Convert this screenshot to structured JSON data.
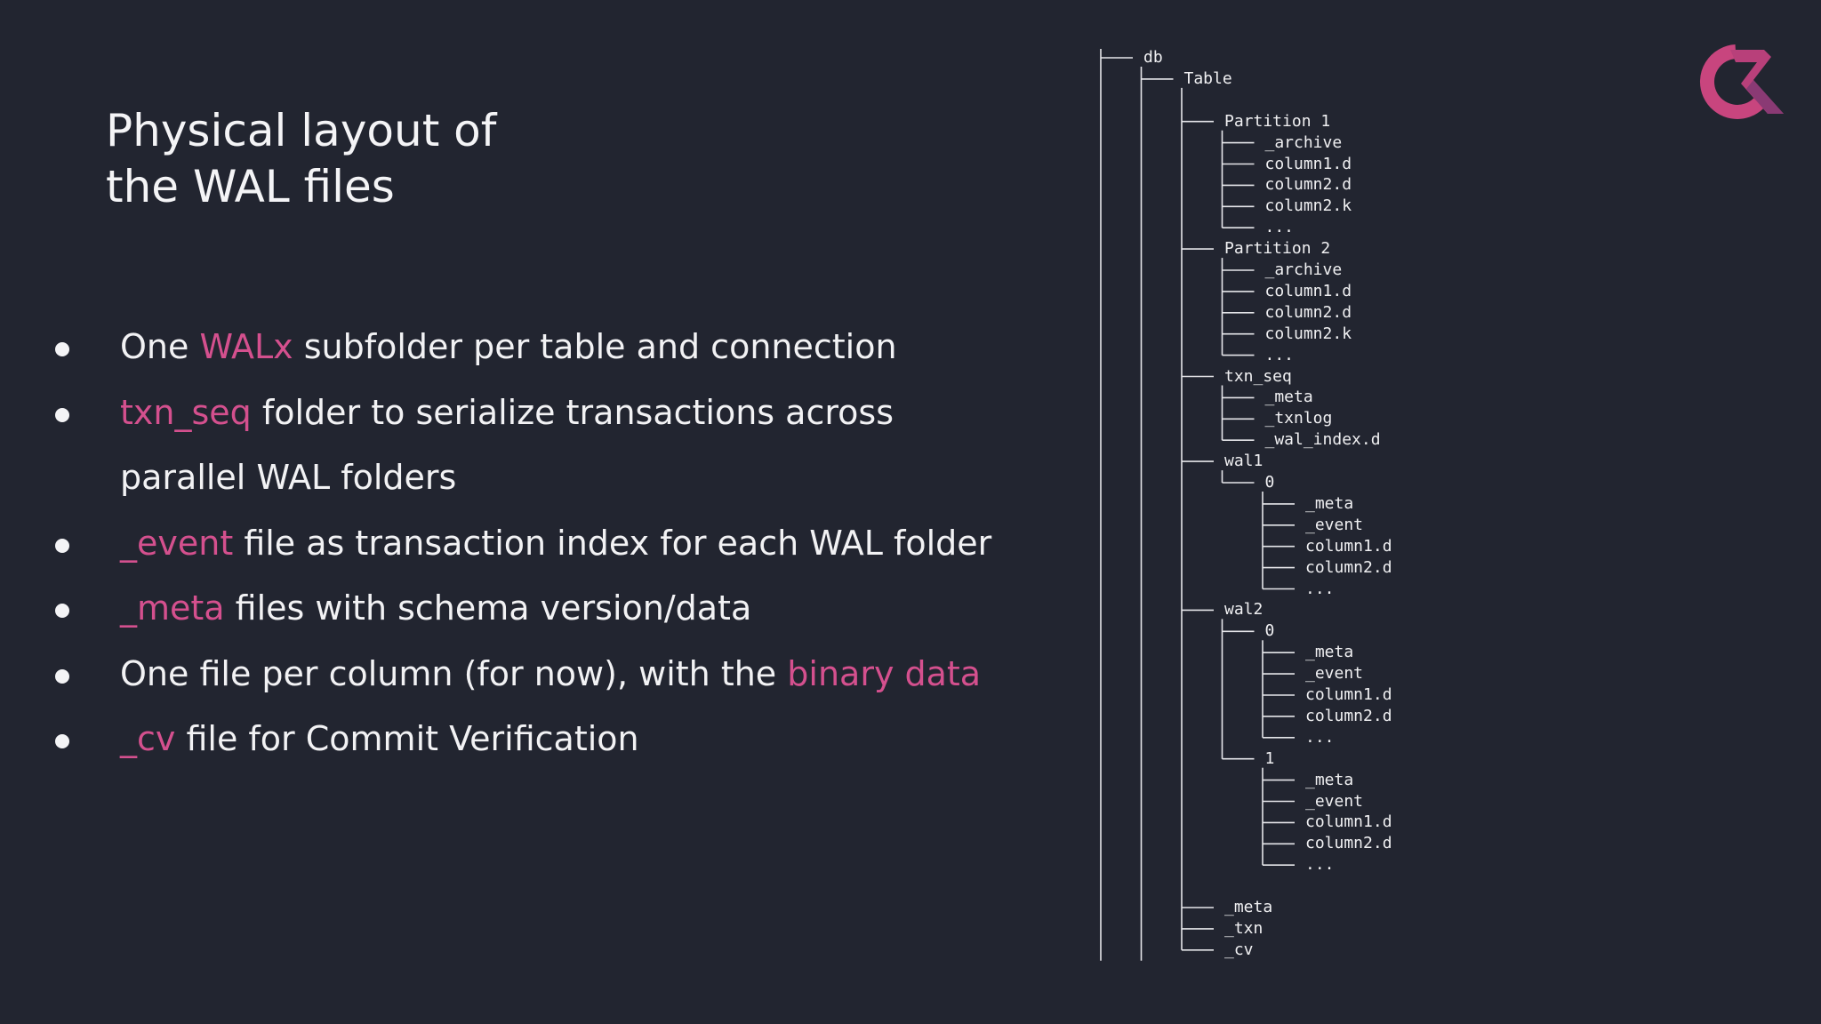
{
  "title": {
    "line1": "Physical layout of",
    "line2": "the WAL files"
  },
  "bullets": [
    {
      "id": "walx",
      "parts": [
        {
          "t": "One ",
          "hl": false
        },
        {
          "t": "WALx",
          "hl": true
        },
        {
          "t": " subfolder per table and connection",
          "hl": false
        }
      ]
    },
    {
      "id": "txn-seq",
      "parts": [
        {
          "t": "txn_seq",
          "hl": true
        },
        {
          "t": " folder to serialize transactions across parallel WAL folders",
          "hl": false
        }
      ]
    },
    {
      "id": "event",
      "parts": [
        {
          "t": "_event",
          "hl": true
        },
        {
          "t": " file as transaction index for each WAL folder",
          "hl": false
        }
      ]
    },
    {
      "id": "meta",
      "parts": [
        {
          "t": "_meta",
          "hl": true
        },
        {
          "t": " files with schema  version/data",
          "hl": false
        }
      ]
    },
    {
      "id": "column-files",
      "parts": [
        {
          "t": "One file per column (for now), with the ",
          "hl": false
        },
        {
          "t": "binary data",
          "hl": true
        }
      ]
    },
    {
      "id": "cv",
      "parts": [
        {
          "t": "_cv",
          "hl": true
        },
        {
          "t": " file for Commit Verification",
          "hl": false
        }
      ]
    }
  ],
  "tree": [
    {
      "d": 0,
      "n": "db"
    },
    {
      "d": 1,
      "n": "Table"
    },
    {
      "d": 2,
      "n": ""
    },
    {
      "d": 2,
      "n": "Partition 1"
    },
    {
      "d": 3,
      "n": "_archive"
    },
    {
      "d": 3,
      "n": "column1.d"
    },
    {
      "d": 3,
      "n": "column2.d"
    },
    {
      "d": 3,
      "n": "column2.k"
    },
    {
      "d": 3,
      "n": "..."
    },
    {
      "d": 2,
      "n": "Partition 2"
    },
    {
      "d": 3,
      "n": "_archive"
    },
    {
      "d": 3,
      "n": "column1.d"
    },
    {
      "d": 3,
      "n": "column2.d"
    },
    {
      "d": 3,
      "n": "column2.k"
    },
    {
      "d": 3,
      "n": "..."
    },
    {
      "d": 2,
      "n": "txn_seq"
    },
    {
      "d": 3,
      "n": "_meta"
    },
    {
      "d": 3,
      "n": "_txnlog"
    },
    {
      "d": 3,
      "n": "_wal_index.d"
    },
    {
      "d": 2,
      "n": "wal1"
    },
    {
      "d": 3,
      "n": "0"
    },
    {
      "d": 4,
      "n": "_meta"
    },
    {
      "d": 4,
      "n": "_event"
    },
    {
      "d": 4,
      "n": "column1.d"
    },
    {
      "d": 4,
      "n": "column2.d"
    },
    {
      "d": 4,
      "n": "..."
    },
    {
      "d": 2,
      "n": "wal2"
    },
    {
      "d": 3,
      "n": "0"
    },
    {
      "d": 4,
      "n": "_meta"
    },
    {
      "d": 4,
      "n": "_event"
    },
    {
      "d": 4,
      "n": "column1.d"
    },
    {
      "d": 4,
      "n": "column2.d"
    },
    {
      "d": 4,
      "n": "..."
    },
    {
      "d": 3,
      "n": "1"
    },
    {
      "d": 4,
      "n": "_meta"
    },
    {
      "d": 4,
      "n": "_event"
    },
    {
      "d": 4,
      "n": "column1.d"
    },
    {
      "d": 4,
      "n": "column2.d"
    },
    {
      "d": 4,
      "n": "..."
    },
    {
      "d": 2,
      "n": ""
    },
    {
      "d": 2,
      "n": "_meta"
    },
    {
      "d": 2,
      "n": "_txn"
    },
    {
      "d": 2,
      "n": "_cv"
    }
  ],
  "colors": {
    "background": "#222530",
    "text": "#f2f2f4",
    "highlight": "#d4508e",
    "logo_primary": "#c8457e",
    "logo_secondary": "#8a3a74"
  },
  "logo": {
    "icon": "questdb-logo-icon"
  }
}
